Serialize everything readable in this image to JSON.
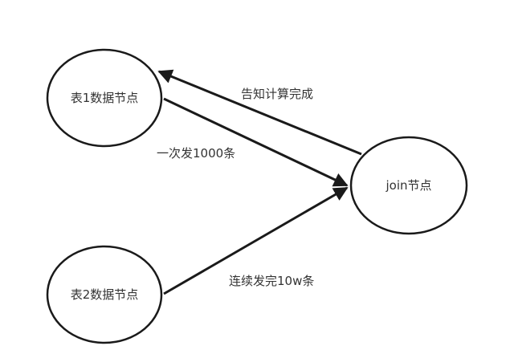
{
  "nodes": {
    "table1": "表1数据节点",
    "table2": "表2数据节点",
    "join": "join节点"
  },
  "edges": {
    "notify_done": "告知计算完成",
    "send_batch": "一次发1000条",
    "send_stream": "连续发完10w条"
  },
  "colors": {
    "stroke": "#1a1a1a",
    "text": "#333333",
    "background": "#ffffff"
  }
}
